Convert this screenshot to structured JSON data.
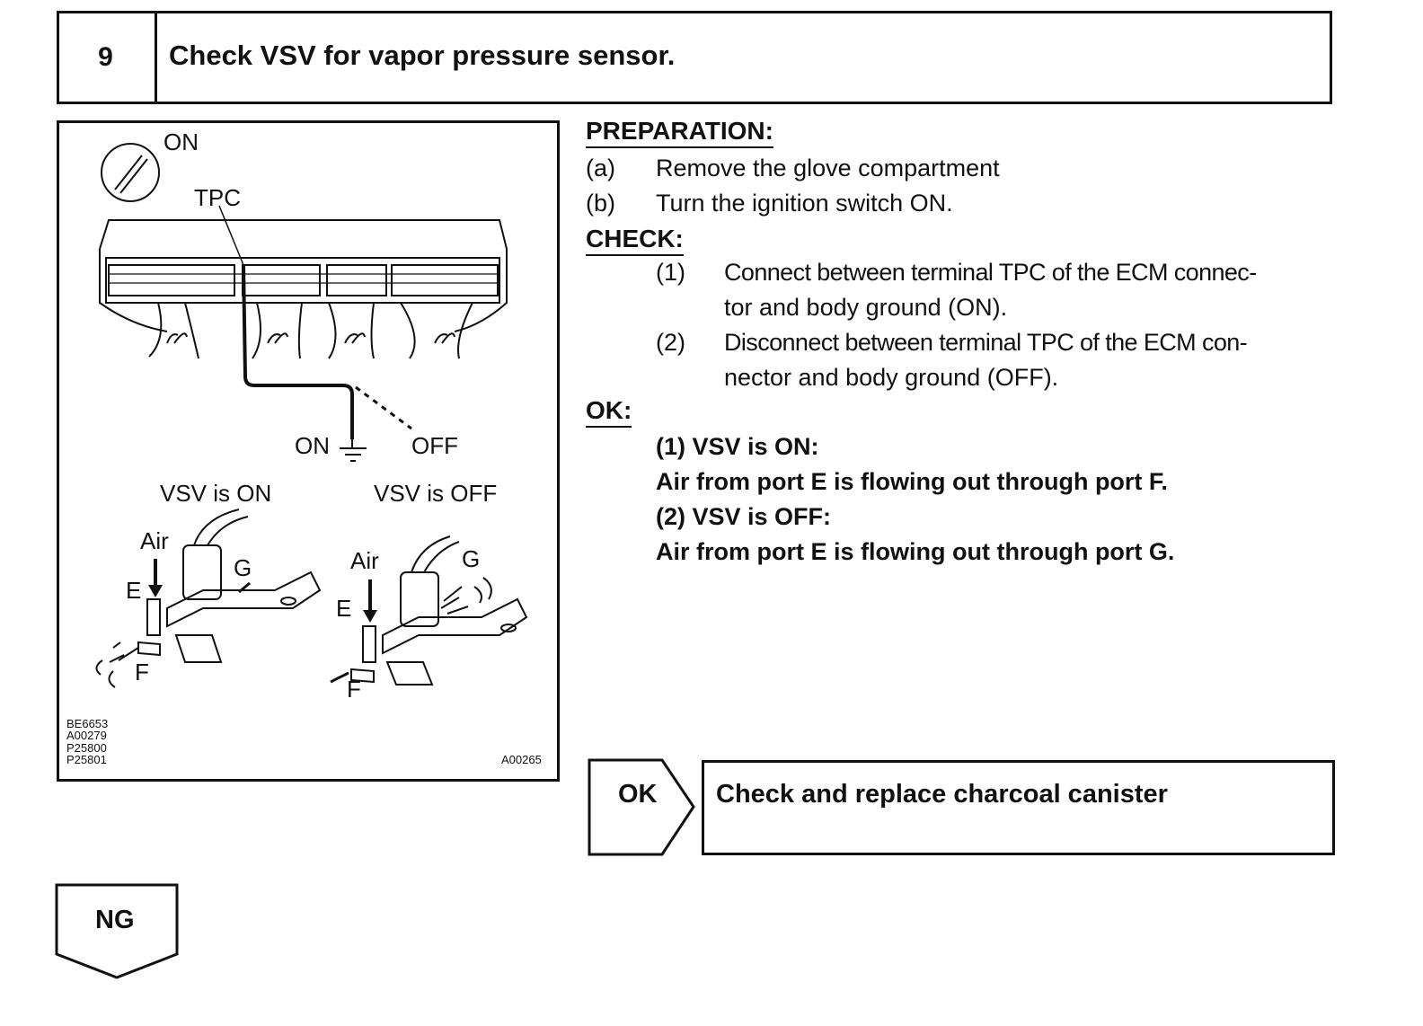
{
  "step": {
    "number": "9",
    "title": "Check VSV for vapor pressure sensor."
  },
  "figure": {
    "labels": {
      "ignition_on": "ON",
      "tpc": "TPC",
      "ground_on": "ON",
      "ground_off": "OFF",
      "vsv_on": "VSV is ON",
      "vsv_off": "VSV is OFF",
      "air_left": "Air",
      "air_right": "Air",
      "port_e_left": "E",
      "port_e_right": "E",
      "port_g_left": "G",
      "port_g_right": "G",
      "port_f_left": "F",
      "port_f_right": "F"
    },
    "codes": [
      "BE6653",
      "A00279",
      "P25800",
      "P25801"
    ],
    "figure_id": "A00265"
  },
  "preparation": {
    "title": "PREPARATION:",
    "items": [
      {
        "marker": "(a)",
        "text": "Remove the glove compartment"
      },
      {
        "marker": "(b)",
        "text": "Turn the ignition switch ON."
      }
    ]
  },
  "check": {
    "title": "CHECK:",
    "items": [
      {
        "marker": "(1)",
        "line1": "Connect between terminal TPC of the ECM connec-",
        "line2": "tor and body ground (ON)."
      },
      {
        "marker": "(2)",
        "line1": "Disconnect between terminal TPC of the ECM con-",
        "line2": "nector and body ground (OFF)."
      }
    ]
  },
  "ok": {
    "title": "OK:",
    "lines": [
      "(1) VSV is ON:",
      "Air from port E is flowing out through port F.",
      "(2) VSV is OFF:",
      "Air from port E is flowing out through port G."
    ]
  },
  "result_ok": {
    "label": "OK",
    "action": "Check and replace charcoal canister"
  },
  "result_ng": {
    "label": "NG"
  }
}
